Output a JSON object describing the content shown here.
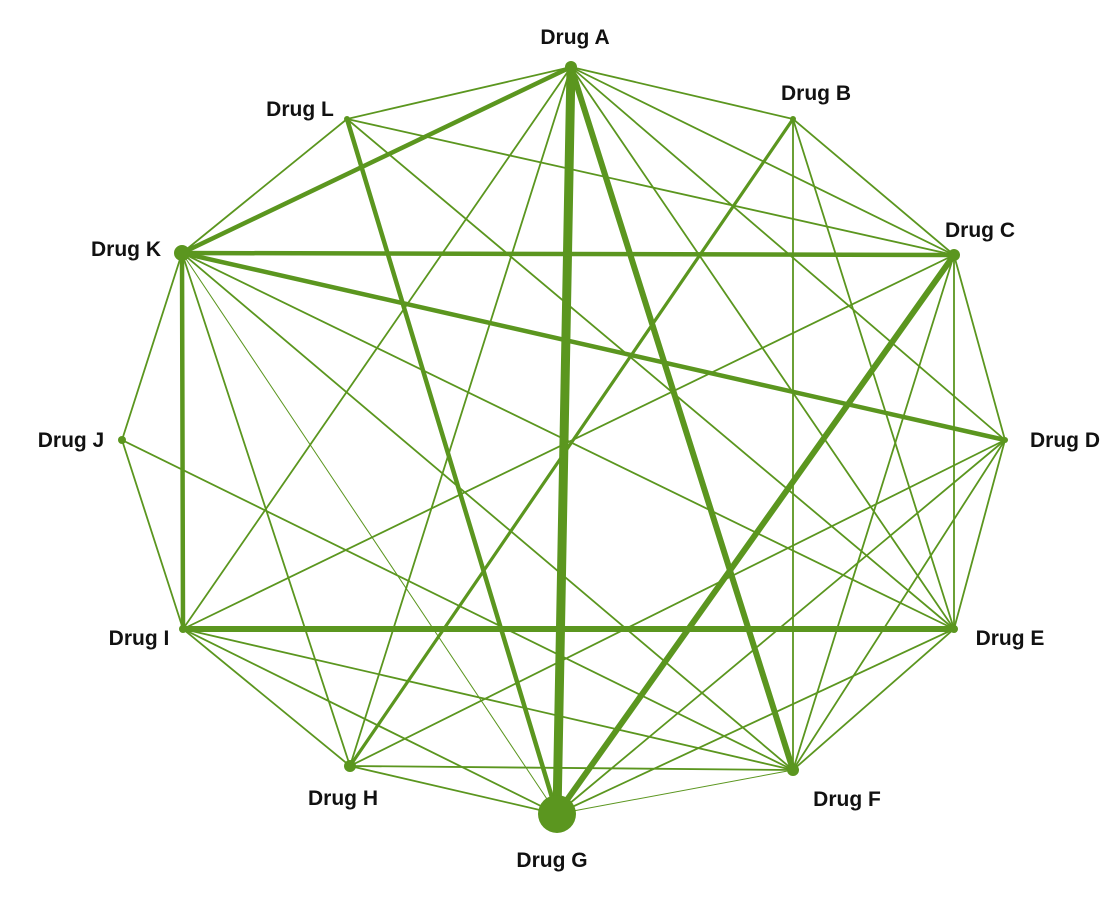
{
  "color": "#5b961f",
  "nodes": [
    {
      "id": "A",
      "label": "Drug A",
      "weight": 2
    },
    {
      "id": "B",
      "label": "Drug B",
      "weight": 0
    },
    {
      "id": "C",
      "label": "Drug C",
      "weight": 2
    },
    {
      "id": "D",
      "label": "Drug D",
      "weight": 0
    },
    {
      "id": "E",
      "label": "Drug E",
      "weight": 1
    },
    {
      "id": "F",
      "label": "Drug F",
      "weight": 2
    },
    {
      "id": "G",
      "label": "Drug G",
      "weight": 5
    },
    {
      "id": "H",
      "label": "Drug H",
      "weight": 2
    },
    {
      "id": "I",
      "label": "Drug I",
      "weight": 1
    },
    {
      "id": "J",
      "label": "Drug J",
      "weight": 1
    },
    {
      "id": "K",
      "label": "Drug K",
      "weight": 3
    },
    {
      "id": "L",
      "label": "Drug L",
      "weight": 0
    }
  ],
  "edges": [
    {
      "from": "A",
      "to": "G",
      "weight": 5
    },
    {
      "from": "K",
      "to": "G",
      "weight": 6
    },
    {
      "from": "G",
      "to": "F",
      "weight": 6
    },
    {
      "from": "A",
      "to": "F",
      "weight": 4
    },
    {
      "from": "C",
      "to": "G",
      "weight": 4
    },
    {
      "from": "K",
      "to": "A",
      "weight": 3
    },
    {
      "from": "K",
      "to": "C",
      "weight": 3
    },
    {
      "from": "I",
      "to": "E",
      "weight": 4
    },
    {
      "from": "K",
      "to": "D",
      "weight": 3
    },
    {
      "from": "K",
      "to": "I",
      "weight": 3
    },
    {
      "from": "L",
      "to": "G",
      "weight": 3
    },
    {
      "from": "B",
      "to": "H",
      "weight": 2
    },
    {
      "from": "K",
      "to": "L",
      "weight": 1
    },
    {
      "from": "L",
      "to": "A",
      "weight": 1
    },
    {
      "from": "A",
      "to": "B",
      "weight": 1
    },
    {
      "from": "B",
      "to": "C",
      "weight": 1
    },
    {
      "from": "C",
      "to": "D",
      "weight": 1
    },
    {
      "from": "D",
      "to": "E",
      "weight": 1
    },
    {
      "from": "E",
      "to": "F",
      "weight": 1
    },
    {
      "from": "H",
      "to": "G",
      "weight": 1
    },
    {
      "from": "I",
      "to": "H",
      "weight": 1
    },
    {
      "from": "J",
      "to": "I",
      "weight": 1
    },
    {
      "from": "K",
      "to": "J",
      "weight": 1
    },
    {
      "from": "L",
      "to": "C",
      "weight": 1
    },
    {
      "from": "L",
      "to": "E",
      "weight": 1
    },
    {
      "from": "A",
      "to": "I",
      "weight": 1
    },
    {
      "from": "A",
      "to": "C",
      "weight": 1
    },
    {
      "from": "A",
      "to": "D",
      "weight": 1
    },
    {
      "from": "A",
      "to": "E",
      "weight": 1
    },
    {
      "from": "A",
      "to": "H",
      "weight": 1
    },
    {
      "from": "B",
      "to": "F",
      "weight": 1
    },
    {
      "from": "B",
      "to": "E",
      "weight": 1
    },
    {
      "from": "C",
      "to": "E",
      "weight": 1
    },
    {
      "from": "C",
      "to": "F",
      "weight": 1
    },
    {
      "from": "C",
      "to": "I",
      "weight": 1
    },
    {
      "from": "D",
      "to": "G",
      "weight": 1
    },
    {
      "from": "D",
      "to": "F",
      "weight": 1
    },
    {
      "from": "D",
      "to": "H",
      "weight": 1
    },
    {
      "from": "E",
      "to": "G",
      "weight": 1
    },
    {
      "from": "E",
      "to": "K",
      "weight": 1
    },
    {
      "from": "F",
      "to": "I",
      "weight": 1
    },
    {
      "from": "F",
      "to": "K",
      "weight": 1
    },
    {
      "from": "F",
      "to": "J",
      "weight": 1
    },
    {
      "from": "G",
      "to": "I",
      "weight": 1
    },
    {
      "from": "H",
      "to": "K",
      "weight": 1
    },
    {
      "from": "H",
      "to": "F",
      "weight": 1
    }
  ]
}
